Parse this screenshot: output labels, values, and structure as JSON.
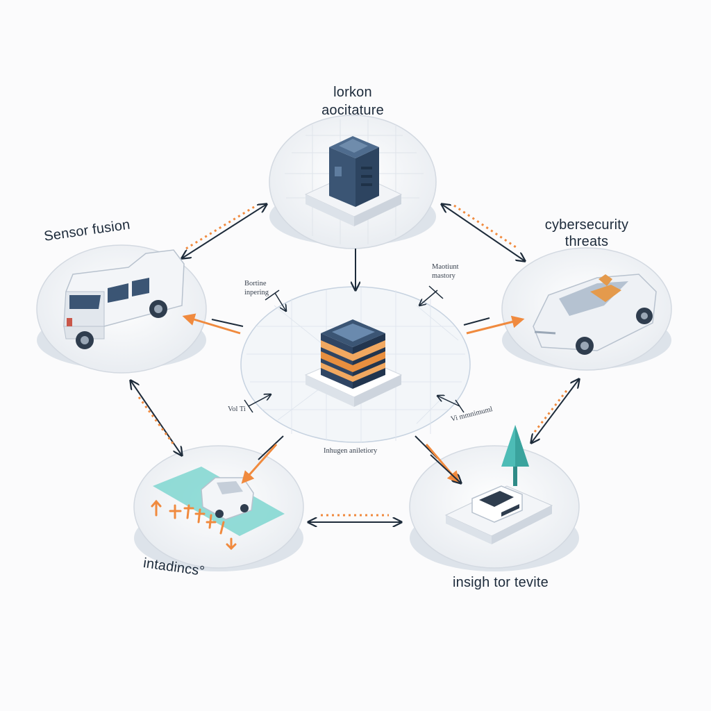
{
  "diagram": {
    "nodes": {
      "top": {
        "title_line1": "lorkon",
        "title_line2": "aocitature",
        "icon": "server-tower-icon"
      },
      "left": {
        "title": "Sensor fusion",
        "icon": "van-icon"
      },
      "right": {
        "title_line1": "cybersecurity",
        "title_line2": "threats",
        "icon": "convertible-car-icon"
      },
      "bottom_left": {
        "title": "intadincs°",
        "icon": "car-on-road-icon"
      },
      "bottom_right": {
        "title": "insigh tor tevite",
        "icon": "vehicle-with-signal-icon"
      },
      "center": {
        "caption": "Inhugen aniletiory",
        "icon": "central-processor-icon"
      }
    },
    "annotations": {
      "upper_left_line1": "Bortine",
      "upper_left_line2": "inpering",
      "upper_right_line1": "Maotiunt",
      "upper_right_line2": "mastory",
      "lower_left": "Vol Ti",
      "lower_right": "Vi mmnimuml"
    },
    "colors": {
      "accent_orange": "#f08a3e",
      "dark_line": "#1d2b3a",
      "platform": "#eef1f5",
      "navy": "#3b5574",
      "teal": "#4dbcb6"
    }
  }
}
